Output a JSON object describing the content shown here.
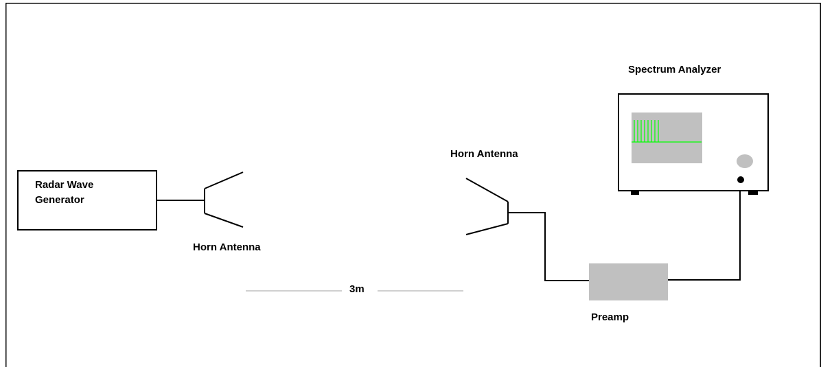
{
  "diagram": {
    "generator_label_line1": "Radar Wave",
    "generator_label_line2": "Generator",
    "left_antenna_label": "Horn Antenna",
    "right_antenna_label": "Horn Antenna",
    "analyzer_label": "Spectrum Analyzer",
    "preamp_label": "Preamp",
    "distance_label": "3m"
  },
  "colors": {
    "line": "#000000",
    "device_fill": "#c0c0c0",
    "trace": "#00ff00",
    "dimension_line": "#c0c0c0"
  }
}
